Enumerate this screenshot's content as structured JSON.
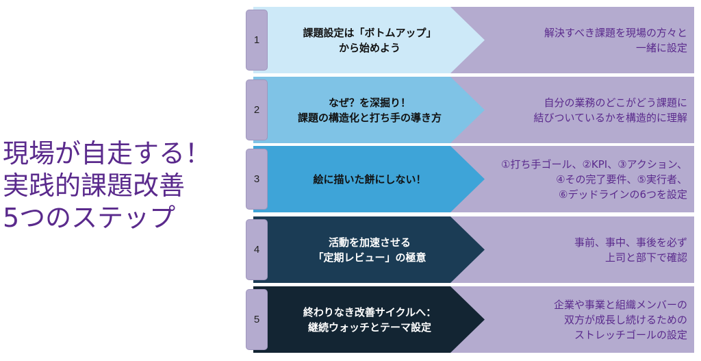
{
  "title": {
    "lines": [
      "現場が自走する！",
      "実践的課題改善",
      "5つのステップ"
    ]
  },
  "steps": [
    {
      "number": "1",
      "heading": [
        "課題設定は「ボトムアップ」",
        "から始めよう"
      ],
      "description": [
        "解決すべき課題を現場の方々と",
        "一緒に設定"
      ],
      "arrow_color": "#cde9f8",
      "text_color": "#111111"
    },
    {
      "number": "2",
      "heading": [
        "なぜ？を深掘り！",
        "課題の構造化と打ち手の導き方"
      ],
      "description": [
        "自分の業務のどこがどう課題に",
        "結びついているかを構造的に理解"
      ],
      "arrow_color": "#7fc3e6",
      "text_color": "#111111"
    },
    {
      "number": "3",
      "heading": [
        "絵に描いた餅にしない！"
      ],
      "description": [
        "①打ち手ゴール、②KPI、③アクション、",
        "④その完了要件、⑤実行者、",
        "⑥デッドラインの6つを設定"
      ],
      "arrow_color": "#3ea4d8",
      "text_color": "#111111"
    },
    {
      "number": "4",
      "heading": [
        "活動を加速させる",
        "「定期レビュー」の極意"
      ],
      "description": [
        "事前、事中、事後を必ず",
        "上司と部下で確認"
      ],
      "arrow_color": "#1b3c55",
      "text_color": "#ffffff"
    },
    {
      "number": "5",
      "heading": [
        "終わりなき改善サイクルへ：",
        "継続ウォッチとテーマ設定"
      ],
      "description": [
        "企業や事業と組織メンバーの",
        "双方が成長し続けるための",
        "ストレッチゴールの設定"
      ],
      "arrow_color": "#132533",
      "text_color": "#ffffff"
    }
  ],
  "colors": {
    "title": "#5a2a8c",
    "panel_bg": "#b4abcf",
    "description_text": "#5a2a8c"
  }
}
